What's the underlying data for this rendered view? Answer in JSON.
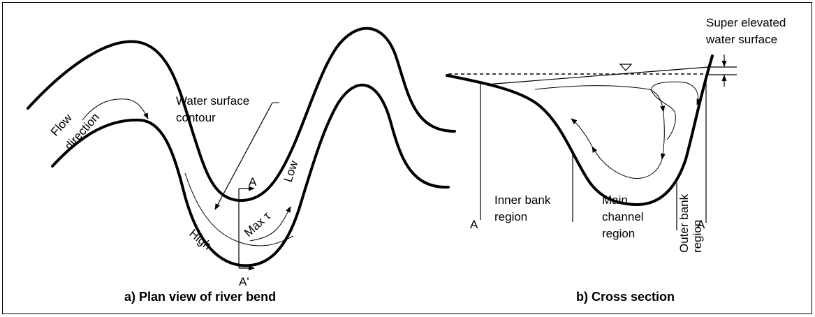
{
  "plan_view": {
    "caption": "a) Plan view of river bend",
    "flow_label_1": "Flow",
    "flow_label_2": "direction",
    "contour_label_1": "Water surface",
    "contour_label_2": "contour",
    "section_start": "A",
    "section_end": "A'",
    "low_label": "Low",
    "high_label": "High",
    "max_shear_label": "Max τ"
  },
  "cross_section": {
    "caption": "b) Cross section",
    "super_elevated_1": "Super elevated",
    "super_elevated_2": "water surface",
    "left_end": "A",
    "right_end": "A'",
    "inner_bank_1": "Inner bank",
    "inner_bank_2": "region",
    "main_channel_1": "Main",
    "main_channel_2": "channel",
    "main_channel_3": "region",
    "outer_bank_1": "Outer bank",
    "outer_bank_2": "region"
  }
}
